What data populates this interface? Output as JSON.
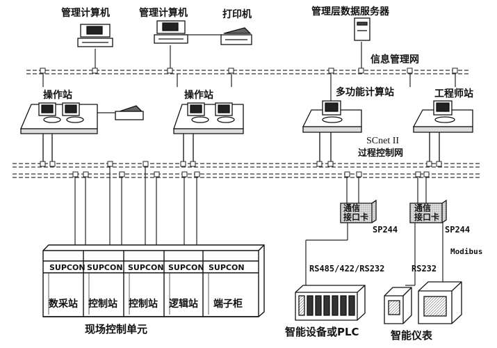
{
  "top": {
    "mgmt_pc_1": "管理计算机",
    "mgmt_pc_2": "管理计算机",
    "printer": "打印机",
    "data_server": "管理层数据服务器",
    "info_network": "信息管理网"
  },
  "middle": {
    "op_station_1": "操作站",
    "op_station_2": "操作站",
    "multi_func": "多功能计算站",
    "engineer": "工程师站",
    "scnet": "SCnet II",
    "process_network": "过程控制网"
  },
  "cards": {
    "card_label_1": "通信\n接口卡",
    "card_label_2": "通信\n接口卡",
    "sp244_1": "SP244",
    "sp244_2": "SP244",
    "rs485": "RS485/422/RS232",
    "rs232": "RS232",
    "modibus": "Modibus"
  },
  "cabinets": {
    "brand": "SUPCON",
    "units": [
      "数采站",
      "控制站",
      "控制站",
      "逻辑站",
      "端子柜"
    ],
    "field_unit": "现场控制单元"
  },
  "devices": {
    "plc": "智能设备或PLC",
    "meters": "智能仪表"
  }
}
